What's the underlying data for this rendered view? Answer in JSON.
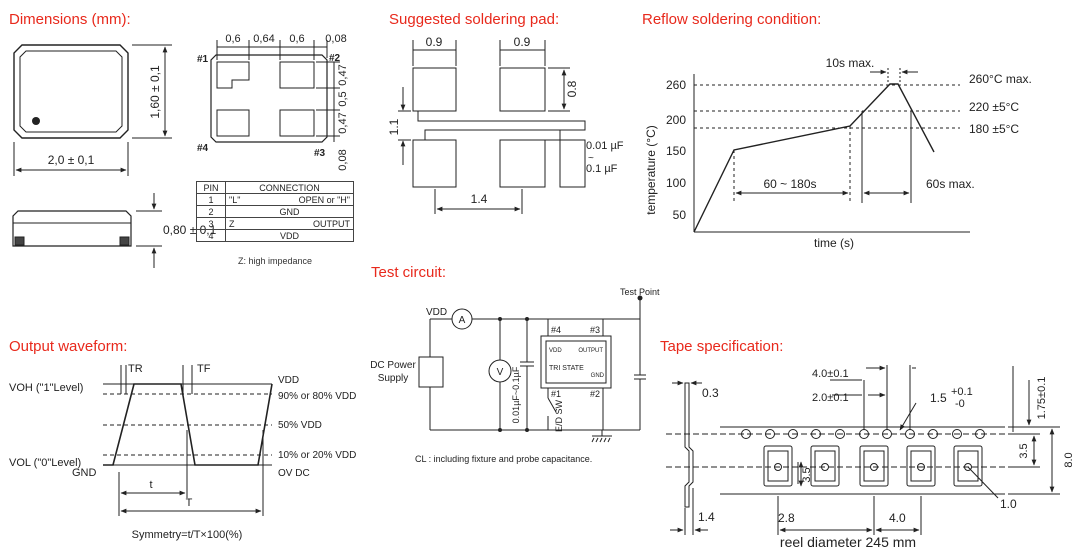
{
  "sections": {
    "dimensions": "Dimensions (mm):",
    "soldering_pad": "Suggested soldering pad:",
    "reflow": "Reflow soldering condition:",
    "test_circuit": "Test circuit:",
    "output_waveform": "Output waveform:",
    "tape_spec": "Tape specification:"
  },
  "dimensions": {
    "width": "2,0 ± 0,1",
    "height": "1,60 ± 0,1",
    "thickness": "0,80 ± 0,1",
    "pad_widths": [
      "0,6",
      "0,64",
      "0,6",
      "0,08"
    ],
    "pad_heights": [
      "0,47",
      "0,5",
      "0,47",
      "0,08"
    ],
    "pin_marks": [
      "#1",
      "#2",
      "#3",
      "#4"
    ]
  },
  "pin_table": {
    "headers": [
      "PIN",
      "CONNECTION"
    ],
    "rows": [
      {
        "pin": "1",
        "left": "\"L\"",
        "right": "OPEN or \"H\""
      },
      {
        "pin": "2",
        "center": "GND"
      },
      {
        "pin": "3",
        "left": "Z",
        "right": "OUTPUT"
      },
      {
        "pin": "4",
        "center": "VDD"
      }
    ],
    "note": "Z: high impedance"
  },
  "soldering_pad": {
    "w1": "0.9",
    "w2": "0.9",
    "h": "0.8",
    "gap": "1.1",
    "spacing": "1.4"
  },
  "test_circuit": {
    "test_point": "Test Point",
    "vdd": "VDD",
    "ammeter": "A",
    "voltmeter": "V",
    "power_supply_1": "DC Power",
    "power_supply_2": "Supply",
    "cap1": "0.01µF~0.1µF",
    "cap_small_1": "0.01 µF",
    "cap_small_2": "0.1 µF",
    "tri_state": "TRI STATE",
    "vdd_pin": "VDD",
    "output_pin": "OUTPUT",
    "gnd_pin": "GND",
    "switch": "E/D SW",
    "pins": [
      "#4",
      "#3",
      "#1",
      "#2"
    ],
    "note": "CL : including fixture and probe capacitance."
  },
  "reflow": {
    "ylabel": "temperature (°C)",
    "xlabel": "time (s)",
    "yticks": [
      "260",
      "200",
      "150",
      "100",
      "50"
    ],
    "peak": "260°C max.",
    "level1": "220 ±5°C",
    "level2": "180 ±5°C",
    "peak_time": "10s max.",
    "preheat": "60 ~ 180s",
    "above": "60s max."
  },
  "waveform": {
    "tr": "TR",
    "tf": "TF",
    "voh": "VOH (\"1\"Level)",
    "vol": "VOL (\"0\"Level)",
    "gnd": "GND",
    "vdd": "VDD",
    "l90": "90% or 80% VDD",
    "l50": "50% VDD",
    "l10": "10% or 20% VDD",
    "ov": "OV DC",
    "t_small": "t",
    "t_big": "T",
    "symmetry": "Symmetry=t/T×100(%)"
  },
  "tape": {
    "dim_03": "0.3",
    "dim_40": "4.0±0.1",
    "dim_20": "2.0±0.1",
    "dim_15": "1.5",
    "dim_15_plus": "+0.1",
    "dim_15_minus": "-0",
    "dim_175": "1.75±0.1",
    "dim_35": "3.5",
    "dim_35b": "3.5",
    "dim_80": "8.0",
    "dim_10": "1.0",
    "dim_14": "1.4",
    "dim_28": "2.8",
    "dim_40b": "4.0",
    "reel": "reel diameter 245 mm"
  }
}
